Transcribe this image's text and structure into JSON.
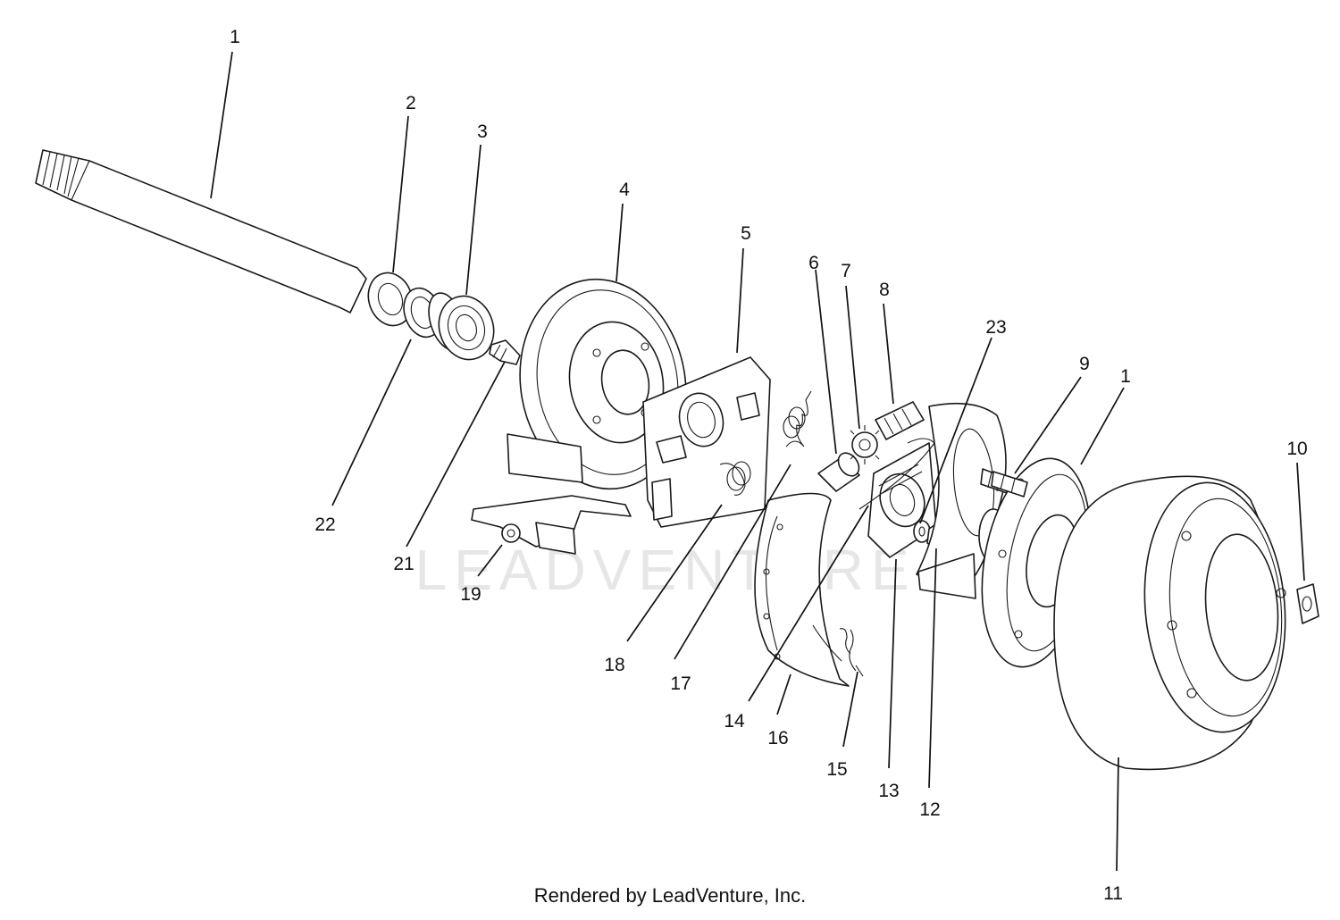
{
  "watermark": {
    "text": "LEADVENTURE"
  },
  "footer": {
    "credit": "Rendered by LeadVenture, Inc."
  },
  "callouts": [
    {
      "id": "c1a",
      "label": "1"
    },
    {
      "id": "c2",
      "label": "2"
    },
    {
      "id": "c3",
      "label": "3"
    },
    {
      "id": "c4",
      "label": "4"
    },
    {
      "id": "c5",
      "label": "5"
    },
    {
      "id": "c6",
      "label": "6"
    },
    {
      "id": "c7",
      "label": "7"
    },
    {
      "id": "c8",
      "label": "8"
    },
    {
      "id": "c23",
      "label": "23"
    },
    {
      "id": "c9",
      "label": "9"
    },
    {
      "id": "c1b",
      "label": "1"
    },
    {
      "id": "c10",
      "label": "10"
    },
    {
      "id": "c22",
      "label": "22"
    },
    {
      "id": "c21",
      "label": "21"
    },
    {
      "id": "c19",
      "label": "19"
    },
    {
      "id": "c18",
      "label": "18"
    },
    {
      "id": "c17",
      "label": "17"
    },
    {
      "id": "c14",
      "label": "14"
    },
    {
      "id": "c16",
      "label": "16"
    },
    {
      "id": "c15",
      "label": "15"
    },
    {
      "id": "c13",
      "label": "13"
    },
    {
      "id": "c12",
      "label": "12"
    },
    {
      "id": "c11",
      "label": "11"
    }
  ]
}
